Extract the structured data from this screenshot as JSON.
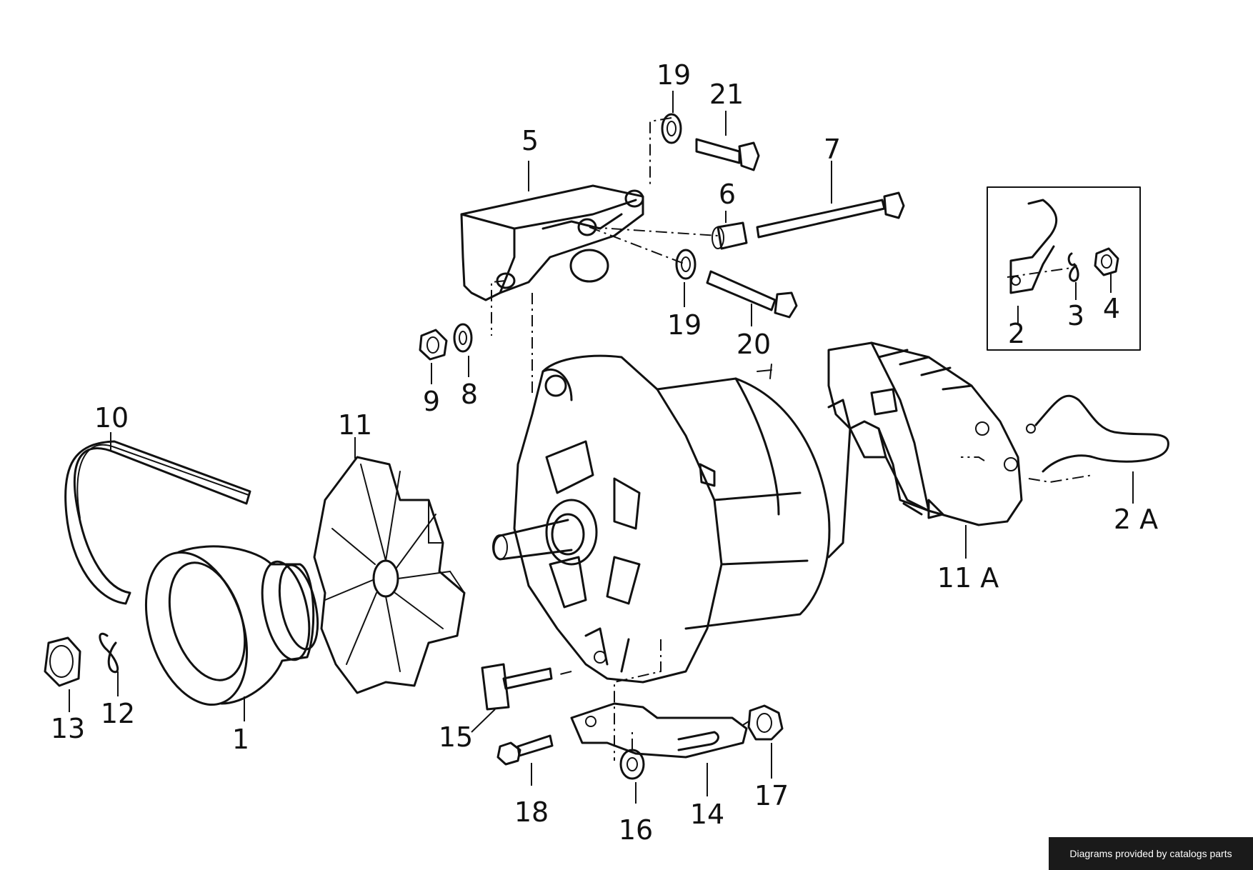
{
  "labels": {
    "p1": "1",
    "p2": "2",
    "p2a": "2 A",
    "p3": "3",
    "p4": "4",
    "p5": "5",
    "p6": "6",
    "p7": "7",
    "p8": "8",
    "p9": "9",
    "p10": "10",
    "p11": "11",
    "p11a": "11 A",
    "p12": "12",
    "p13": "13",
    "p14": "14",
    "p15": "15",
    "p16": "16",
    "p17": "17",
    "p18": "18",
    "p19a": "19",
    "p19b": "19",
    "p20": "20",
    "p21": "21"
  },
  "credit": "Diagrams provided by catalogs parts"
}
